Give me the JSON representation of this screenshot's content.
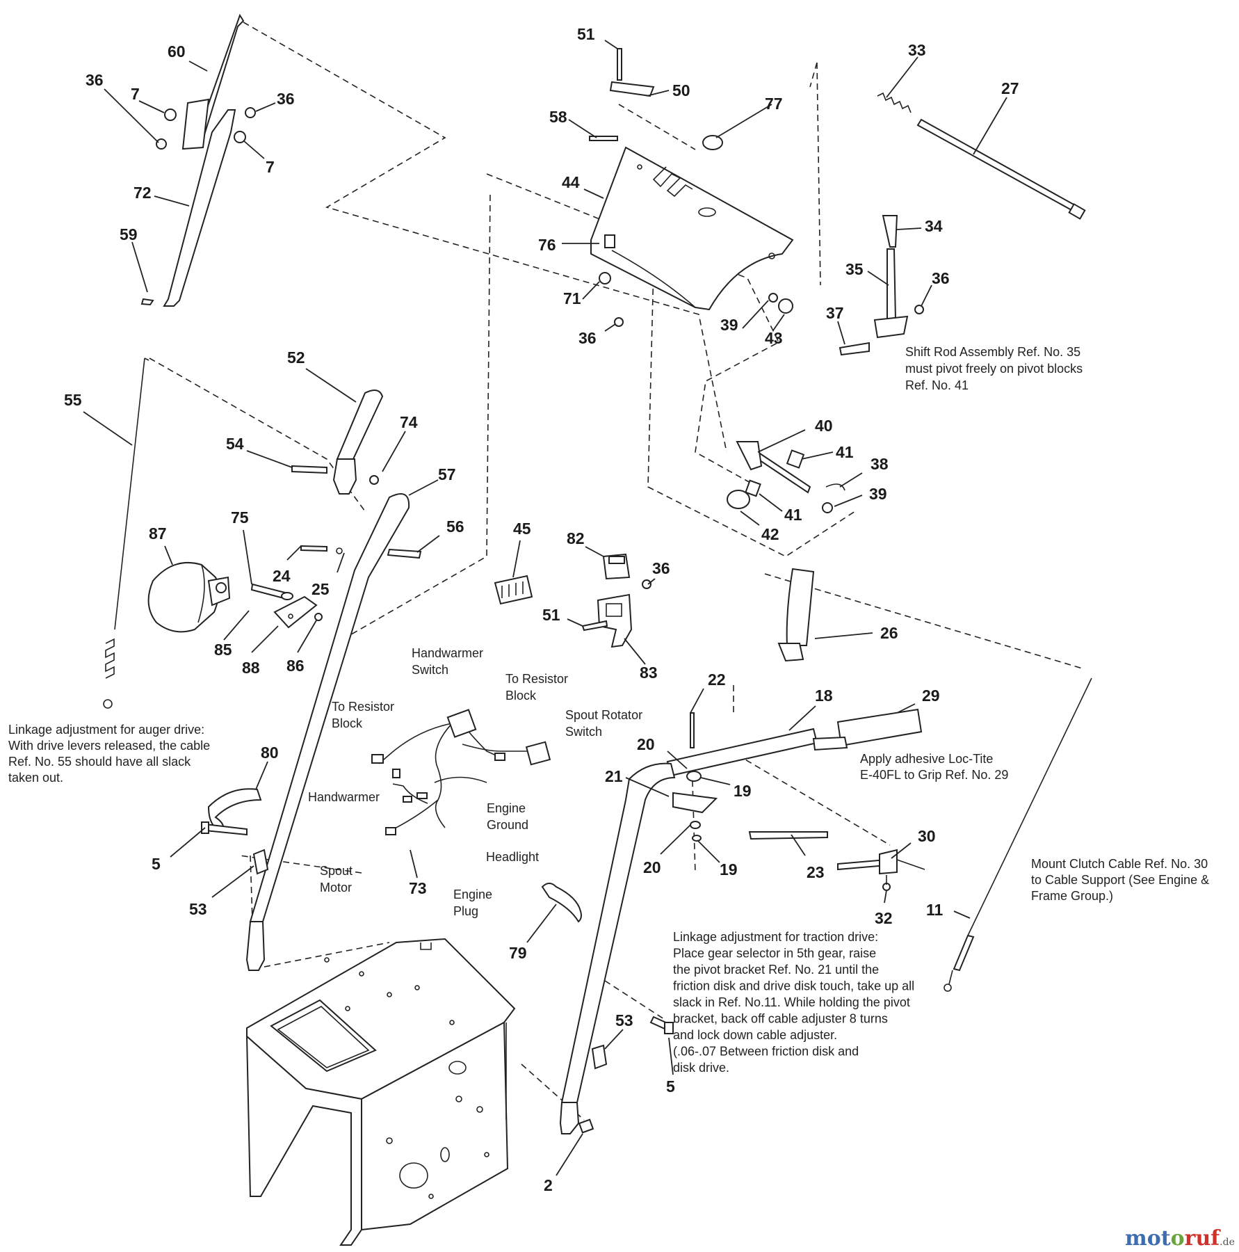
{
  "labels": {
    "n60": "60",
    "n36a": "36",
    "n7a": "7",
    "n36b": "36",
    "n7b": "7",
    "n72": "72",
    "n59": "59",
    "n51a": "51",
    "n50": "50",
    "n58": "58",
    "n77": "77",
    "n44": "44",
    "n76": "76",
    "n71": "71",
    "n36c": "36",
    "n39a": "39",
    "n43": "43",
    "n33": "33",
    "n27": "27",
    "n34": "34",
    "n35": "35",
    "n36d": "36",
    "n37": "37",
    "n40": "40",
    "n41a": "41",
    "n38": "38",
    "n39b": "39",
    "n41b": "41",
    "n42": "42",
    "n55": "55",
    "n52": "52",
    "n74": "74",
    "n54": "54",
    "n57": "57",
    "n56": "56",
    "n87": "87",
    "n75": "75",
    "n24": "24",
    "n25": "25",
    "n85": "85",
    "n88": "88",
    "n86": "86",
    "n45": "45",
    "n82": "82",
    "n36e": "36",
    "n51b": "51",
    "n83": "83",
    "n26": "26",
    "n22": "22",
    "n18": "18",
    "n29": "29",
    "n20a": "20",
    "n19a": "19",
    "n21": "21",
    "n20b": "20",
    "n19b": "19",
    "n23": "23",
    "n30": "30",
    "n32": "32",
    "n11": "11",
    "n80": "80",
    "n5a": "5",
    "n53a": "53",
    "n73": "73",
    "n79": "79",
    "n53b": "53",
    "n5b": "5",
    "n2": "2"
  },
  "wires": {
    "handwarmer_switch": [
      "Handwarmer",
      "Switch"
    ],
    "to_resistor_block_1": [
      "To Resistor",
      "Block"
    ],
    "to_resistor_block_2": [
      "To Resistor",
      "Block"
    ],
    "spout_rotator_switch": [
      "Spout Rotator",
      "Switch"
    ],
    "handwarmer": "Handwarmer",
    "engine_ground": [
      "Engine",
      "Ground"
    ],
    "headlight": "Headlight",
    "spout_motor": [
      "Spout",
      "Motor"
    ],
    "engine_plug": [
      "Engine",
      "Plug"
    ]
  },
  "notes": {
    "shift_rod": [
      "Shift Rod Assembly Ref. No. 35",
      "must pivot freely on pivot blocks",
      "Ref. No. 41"
    ],
    "auger_linkage": [
      "Linkage adjustment for auger drive:",
      "With drive levers released, the cable",
      "Ref. No. 55 should have all slack",
      "taken out."
    ],
    "loctite": [
      "Apply adhesive Loc-Tite",
      "E-40FL to Grip Ref. No. 29"
    ],
    "clutch_cable": [
      "Mount Clutch Cable Ref. No. 30",
      "to Cable Support (See Engine &",
      "Frame Group.)"
    ],
    "traction_linkage": [
      "Linkage adjustment for traction drive:",
      "Place gear selector in 5th gear, raise",
      "the pivot bracket Ref. No. 21 until the",
      "friction disk and drive disk touch, take up all",
      "slack in Ref. No.11. While holding the pivot",
      "bracket, back off cable adjuster 8 turns",
      "and lock down cable adjuster.",
      "(.06-.07 Between friction disk and",
      "disk drive."
    ]
  },
  "watermark": {
    "part1": "mot",
    "part2": "o",
    "part3": "ruf",
    "suffix": ".de"
  }
}
